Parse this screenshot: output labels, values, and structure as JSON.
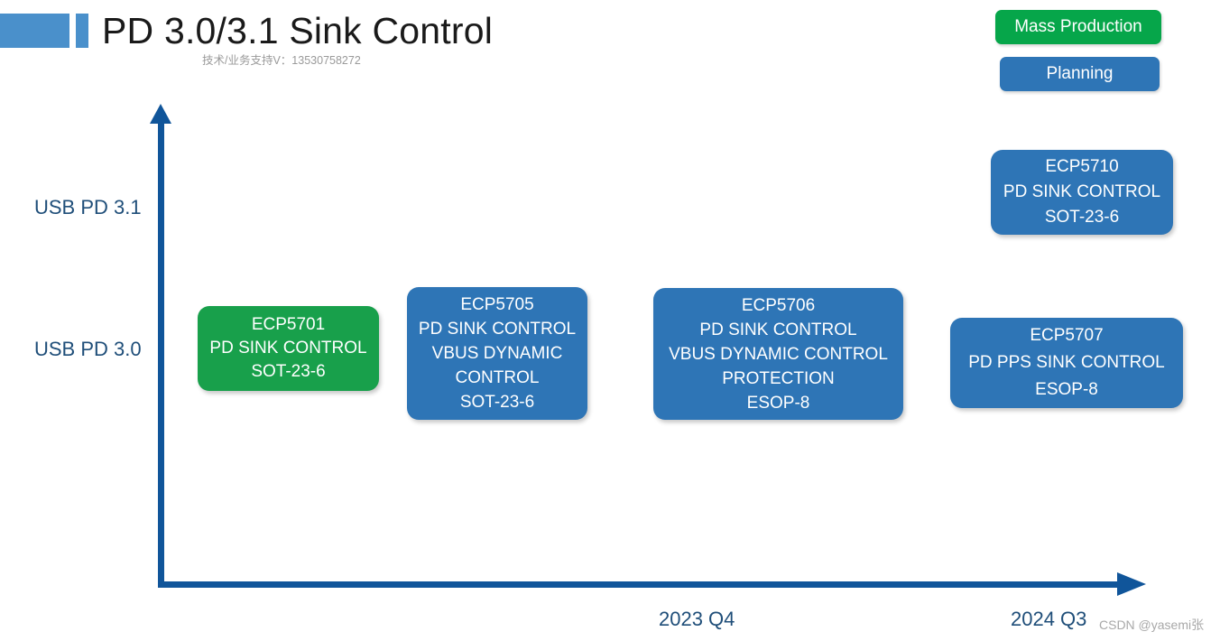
{
  "header": {
    "title": "PD 3.0/3.1 Sink Control",
    "subtitle": "技术/业务支持V：13530758272",
    "accent_color": "#4A90CB"
  },
  "legend": {
    "items": [
      {
        "label": "Mass Production",
        "color": "#06A64A",
        "name": "mass-production"
      },
      {
        "label": "Planning",
        "color": "#2E75B6",
        "name": "planning"
      }
    ]
  },
  "axes": {
    "color": "#10559A",
    "label_color": "#1F4E79",
    "y_labels": [
      "USB PD 3.1",
      "USB PD 3.0"
    ],
    "x_labels": [
      "2023 Q4",
      "2024 Q3"
    ]
  },
  "chart_data": {
    "type": "scatter",
    "title": "PD 3.0/3.1 Sink Control",
    "xlabel": "",
    "ylabel": "",
    "grid": false,
    "legend_position": "top-right",
    "x_tick_labels": [
      "2023 Q4",
      "2024 Q3"
    ],
    "y_tick_labels": [
      "USB PD 3.0",
      "USB PD 3.1"
    ],
    "series": [
      {
        "name": "Mass Production",
        "color": "#18A04B",
        "points": [
          {
            "label": "ECP5701",
            "x": "before 2023 Q4",
            "y": "USB PD 3.0",
            "lines": [
              "ECP5701",
              "PD SINK CONTROL",
              "SOT-23-6"
            ],
            "package": "SOT-23-6",
            "status": "Mass Production"
          }
        ]
      },
      {
        "name": "Planning",
        "color": "#2E75B6",
        "points": [
          {
            "label": "ECP5705",
            "x": "before 2023 Q4",
            "y": "USB PD 3.0",
            "lines": [
              "ECP5705",
              "PD SINK CONTROL",
              "VBUS DYNAMIC",
              "CONTROL",
              "SOT-23-6"
            ],
            "package": "SOT-23-6",
            "status": "Planning"
          },
          {
            "label": "ECP5706",
            "x": "2023 Q4",
            "y": "USB PD 3.0",
            "lines": [
              "ECP5706",
              "PD SINK CONTROL",
              "VBUS DYNAMIC CONTROL",
              "PROTECTION",
              "ESOP-8"
            ],
            "package": "ESOP-8",
            "status": "Planning"
          },
          {
            "label": "ECP5707",
            "x": "2024 Q3",
            "y": "USB PD 3.0",
            "lines": [
              "ECP5707",
              "PD PPS SINK CONTROL",
              "ESOP-8"
            ],
            "package": "ESOP-8",
            "status": "Planning"
          },
          {
            "label": "ECP5710",
            "x": "2024 Q3",
            "y": "USB PD 3.1",
            "lines": [
              "ECP5710",
              "PD SINK CONTROL",
              "SOT-23-6"
            ],
            "package": "SOT-23-6",
            "status": "Planning"
          }
        ]
      }
    ]
  },
  "boxes": {
    "ecp5701": {
      "l1": "ECP5701",
      "l2": "PD SINK CONTROL",
      "l3": "SOT-23-6"
    },
    "ecp5705": {
      "l1": "ECP5705",
      "l2": "PD SINK CONTROL",
      "l3": "VBUS DYNAMIC",
      "l4": "CONTROL",
      "l5": "SOT-23-6"
    },
    "ecp5706": {
      "l1": "ECP5706",
      "l2": "PD SINK CONTROL",
      "l3": "VBUS DYNAMIC CONTROL",
      "l4": "PROTECTION",
      "l5": "ESOP-8"
    },
    "ecp5707": {
      "l1": "ECP5707",
      "l2": "PD PPS SINK CONTROL",
      "l3": "ESOP-8"
    },
    "ecp5710": {
      "l1": "ECP5710",
      "l2": "PD SINK CONTROL",
      "l3": "SOT-23-6"
    }
  },
  "watermark": {
    "text": "CSDN @yasemi张"
  }
}
